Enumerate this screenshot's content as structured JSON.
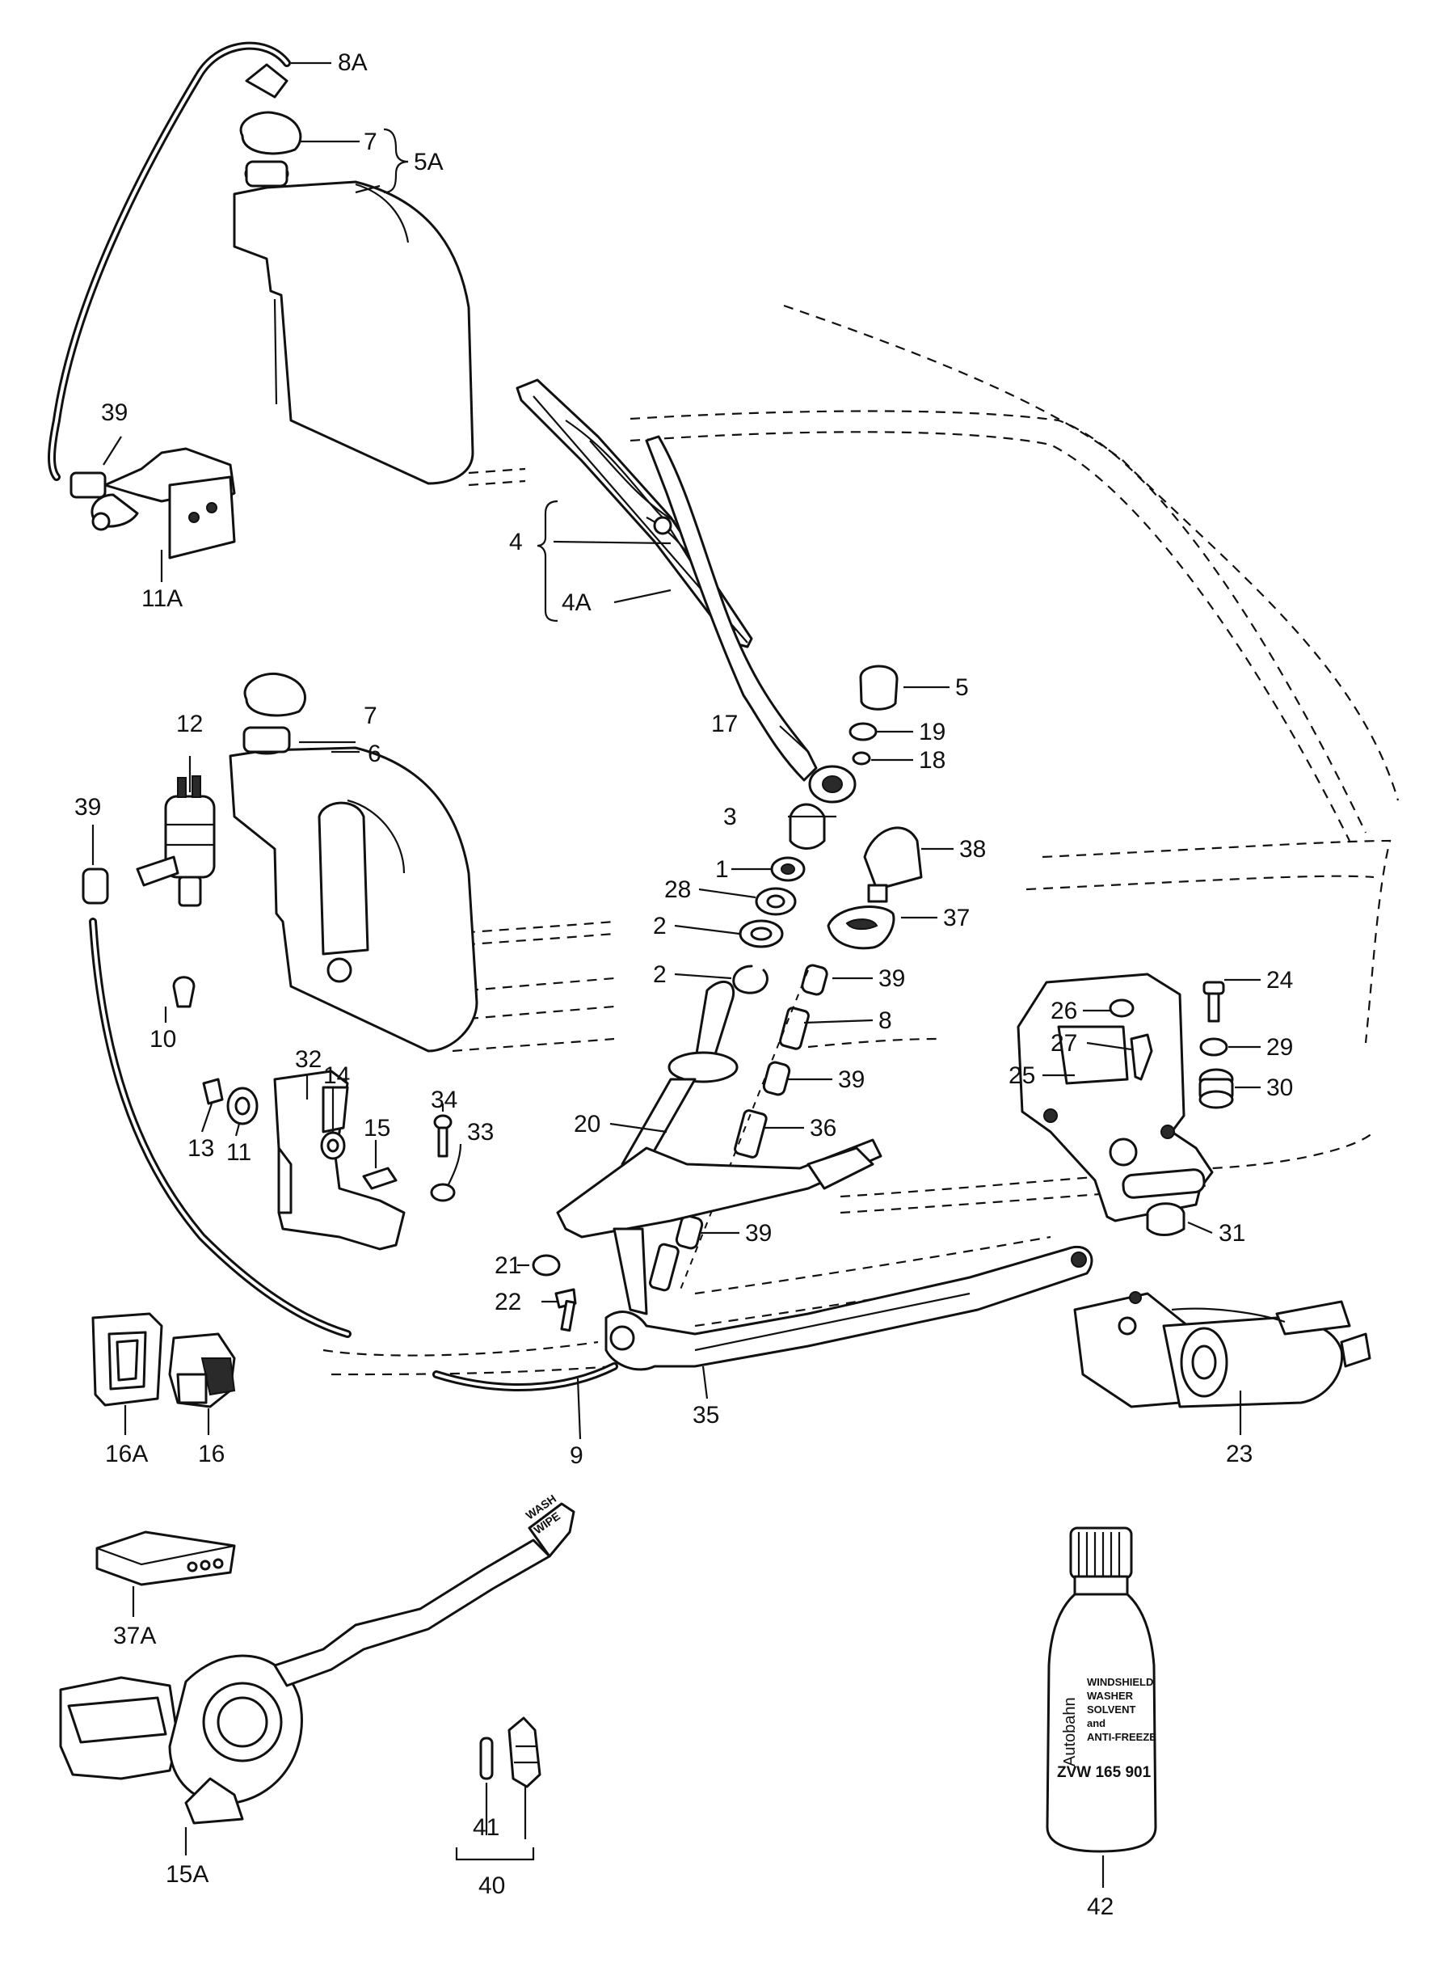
{
  "callouts": [
    {
      "id": "c-8A",
      "text": "8A"
    },
    {
      "id": "c-7a",
      "text": "7"
    },
    {
      "id": "c-5A",
      "text": "5A"
    },
    {
      "id": "c-39a",
      "text": "39"
    },
    {
      "id": "c-11A",
      "text": "11A"
    },
    {
      "id": "c-4",
      "text": "4"
    },
    {
      "id": "c-4A",
      "text": "4A"
    },
    {
      "id": "c-5",
      "text": "5"
    },
    {
      "id": "c-19",
      "text": "19"
    },
    {
      "id": "c-18",
      "text": "18"
    },
    {
      "id": "c-17",
      "text": "17"
    },
    {
      "id": "c-12",
      "text": "12"
    },
    {
      "id": "c-7b",
      "text": "7"
    },
    {
      "id": "c-6",
      "text": "6"
    },
    {
      "id": "c-39b",
      "text": "39"
    },
    {
      "id": "c-10",
      "text": "10"
    },
    {
      "id": "c-3",
      "text": "3"
    },
    {
      "id": "c-38",
      "text": "38"
    },
    {
      "id": "c-1",
      "text": "1"
    },
    {
      "id": "c-28",
      "text": "28"
    },
    {
      "id": "c-37",
      "text": "37"
    },
    {
      "id": "c-2a",
      "text": "2"
    },
    {
      "id": "c-2b",
      "text": "2"
    },
    {
      "id": "c-39c",
      "text": "39"
    },
    {
      "id": "c-8",
      "text": "8"
    },
    {
      "id": "c-24",
      "text": "24"
    },
    {
      "id": "c-26",
      "text": "26"
    },
    {
      "id": "c-29",
      "text": "29"
    },
    {
      "id": "c-27",
      "text": "27"
    },
    {
      "id": "c-30",
      "text": "30"
    },
    {
      "id": "c-25",
      "text": "25"
    },
    {
      "id": "c-39d",
      "text": "39"
    },
    {
      "id": "c-32",
      "text": "32"
    },
    {
      "id": "c-14",
      "text": "14"
    },
    {
      "id": "c-15",
      "text": "15"
    },
    {
      "id": "c-34",
      "text": "34"
    },
    {
      "id": "c-33",
      "text": "33"
    },
    {
      "id": "c-36",
      "text": "36"
    },
    {
      "id": "c-20",
      "text": "20"
    },
    {
      "id": "c-13",
      "text": "13"
    },
    {
      "id": "c-11",
      "text": "11"
    },
    {
      "id": "c-39e",
      "text": "39"
    },
    {
      "id": "c-21",
      "text": "21"
    },
    {
      "id": "c-31",
      "text": "31"
    },
    {
      "id": "c-22",
      "text": "22"
    },
    {
      "id": "c-16A",
      "text": "16A"
    },
    {
      "id": "c-16",
      "text": "16"
    },
    {
      "id": "c-9",
      "text": "9"
    },
    {
      "id": "c-35",
      "text": "35"
    },
    {
      "id": "c-23",
      "text": "23"
    },
    {
      "id": "c-37A",
      "text": "37A"
    },
    {
      "id": "c-15A",
      "text": "15A"
    },
    {
      "id": "c-41",
      "text": "41"
    },
    {
      "id": "c-40",
      "text": "40"
    },
    {
      "id": "c-42",
      "text": "42"
    }
  ],
  "bottle_label": {
    "brand": "Autobahn",
    "line1": "WINDSHIELD",
    "line2": "WASHER",
    "line3": "SOLVENT",
    "line4": "and",
    "line5": "ANTI-FREEZE",
    "code": "ZVW 165 901"
  },
  "lever_label": {
    "line1": "WASH",
    "line2": "WIPE"
  }
}
